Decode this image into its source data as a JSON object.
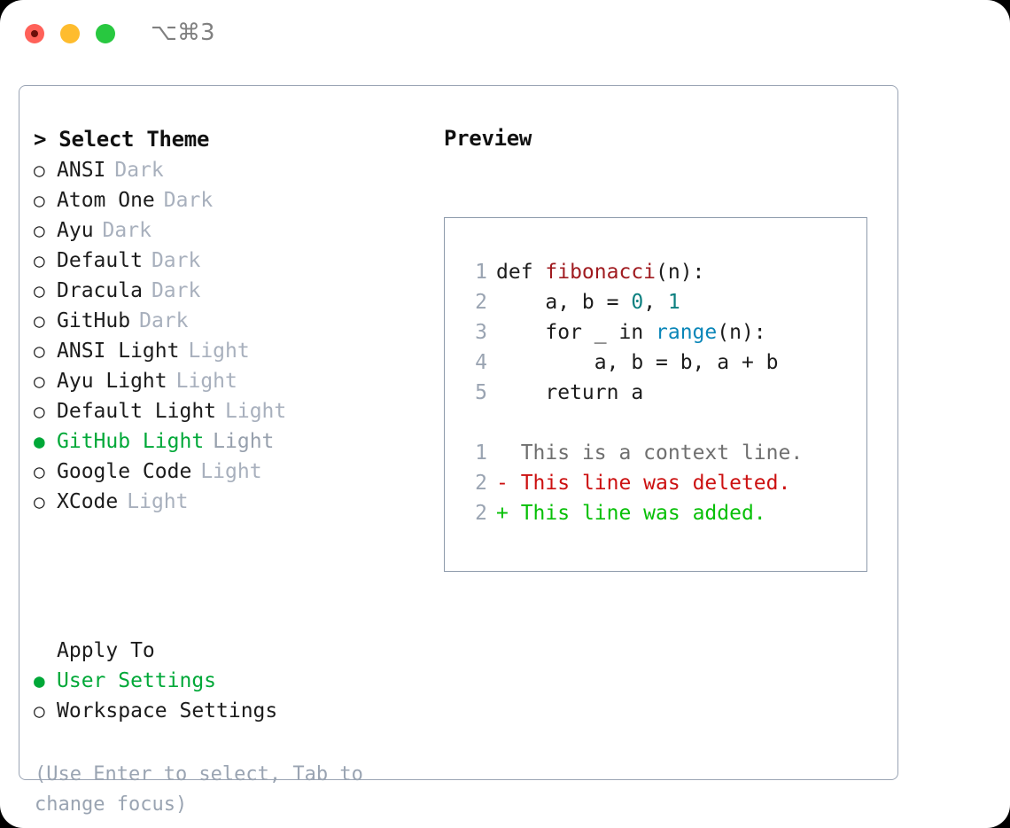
{
  "window": {
    "shortcut": "⌥⌘3",
    "traffic_lights": [
      {
        "name": "close",
        "color": "#ff6159"
      },
      {
        "name": "minimize",
        "color": "#febc2e"
      },
      {
        "name": "maximize",
        "color": "#28c840"
      }
    ]
  },
  "theme_panel": {
    "title": "> Select Theme",
    "marker_selected": "●",
    "marker_unselected": "○",
    "items": [
      {
        "name": "ANSI",
        "badge": "Dark",
        "selected": false
      },
      {
        "name": "Atom One",
        "badge": "Dark",
        "selected": false
      },
      {
        "name": "Ayu",
        "badge": "Dark",
        "selected": false
      },
      {
        "name": "Default",
        "badge": "Dark",
        "selected": false
      },
      {
        "name": "Dracula",
        "badge": "Dark",
        "selected": false
      },
      {
        "name": "GitHub",
        "badge": "Dark",
        "selected": false
      },
      {
        "name": "ANSI Light",
        "badge": "Light",
        "selected": false
      },
      {
        "name": "Ayu Light",
        "badge": "Light",
        "selected": false
      },
      {
        "name": "Default Light",
        "badge": "Light",
        "selected": false
      },
      {
        "name": "GitHub Light",
        "badge": "Light",
        "selected": true
      },
      {
        "name": "Google Code",
        "badge": "Light",
        "selected": false
      },
      {
        "name": "XCode",
        "badge": "Light",
        "selected": false
      }
    ]
  },
  "apply_to": {
    "heading": "Apply To",
    "options": [
      {
        "label": "User Settings",
        "selected": true
      },
      {
        "label": "Workspace Settings",
        "selected": false
      }
    ]
  },
  "hint": "(Use Enter to select, Tab to change focus)",
  "preview": {
    "title": "Preview",
    "code_lines": [
      {
        "num": "1",
        "segments": [
          {
            "text": "def ",
            "token": "plain"
          },
          {
            "text": "fibonacci",
            "token": "fn"
          },
          {
            "text": "(n):",
            "token": "plain"
          }
        ]
      },
      {
        "num": "2",
        "segments": [
          {
            "text": "    a, b = ",
            "token": "plain"
          },
          {
            "text": "0",
            "token": "num"
          },
          {
            "text": ", ",
            "token": "plain"
          },
          {
            "text": "1",
            "token": "num"
          }
        ]
      },
      {
        "num": "3",
        "segments": [
          {
            "text": "    for _ in ",
            "token": "plain"
          },
          {
            "text": "range",
            "token": "builtin"
          },
          {
            "text": "(n):",
            "token": "plain"
          }
        ]
      },
      {
        "num": "4",
        "segments": [
          {
            "text": "        a, b = b, a + b",
            "token": "plain"
          }
        ]
      },
      {
        "num": "5",
        "segments": [
          {
            "text": "    return a",
            "token": "plain"
          }
        ]
      }
    ],
    "diff_lines": [
      {
        "num": "1",
        "sign": " ",
        "text": "This is a context line.",
        "kind": "context"
      },
      {
        "num": "2",
        "sign": "-",
        "text": "This line was deleted.",
        "kind": "del"
      },
      {
        "num": "2",
        "sign": "+",
        "text": "This line was added.",
        "kind": "add"
      }
    ]
  },
  "colors": {
    "accent_green": "#00a838",
    "diff_add": "#07c007",
    "diff_del": "#cc1111",
    "muted": "#9aa4b2",
    "function": "#a01b20",
    "number": "#0d8080",
    "builtin": "#0a86b8",
    "border": "#9aa4b4"
  }
}
